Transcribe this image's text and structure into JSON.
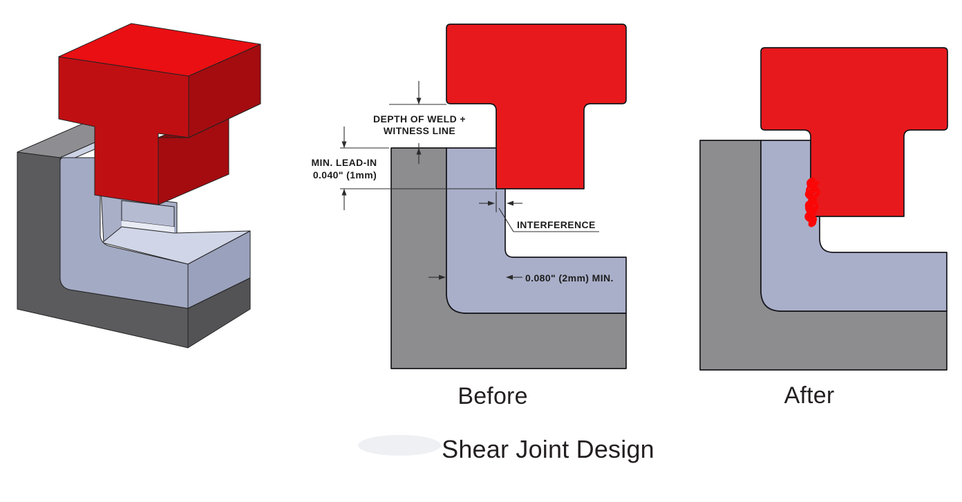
{
  "figure": {
    "title": "Shear Joint Design",
    "before": {
      "caption": "Before",
      "dimensions": {
        "depth_of_weld_line1": "DEPTH OF WELD +",
        "depth_of_weld_line2": "WITNESS LINE",
        "min_lead_in_line1": "MIN. LEAD-IN",
        "min_lead_in_line2": "0.040\" (1mm)",
        "interference_label": "INTERFERENCE",
        "min_wall_label": "0.080\" (2mm) MIN."
      }
    },
    "after": {
      "caption": "After"
    },
    "colors": {
      "part_red": "#e8191d",
      "boss_gray": "#8d8d90",
      "lining_lavender": "#a9afc9",
      "weld_red": "#fb0606",
      "outline": "#16161a"
    }
  }
}
